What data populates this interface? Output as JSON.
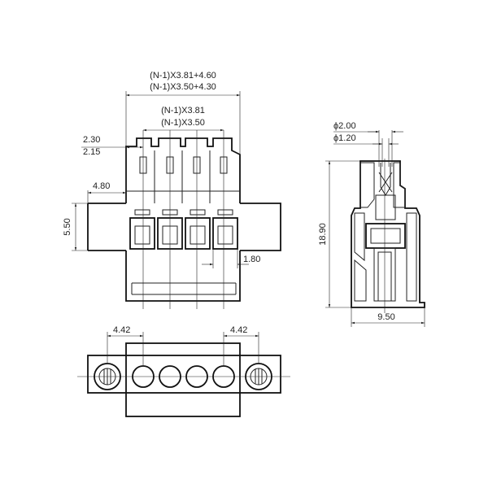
{
  "dimensions": {
    "total_a": "(N-1)X3.81+4.60",
    "total_b": "(N-1)X3.50+4.30",
    "pitch_a": "(N-1)X3.81",
    "pitch_b": "(N-1)X3.50",
    "pin_a": "2.30",
    "pin_b": "2.15",
    "flange_offset": "4.80",
    "body_height": "5.50",
    "slot_width": "1.80",
    "bottom_left": "4.42",
    "bottom_right": "4.42",
    "dia_outer": "ϕ2.00",
    "dia_inner": "ϕ1.20",
    "side_height": "18.90",
    "side_width": "9.50"
  },
  "colors": {
    "line": "#222222",
    "background": "#ffffff"
  }
}
